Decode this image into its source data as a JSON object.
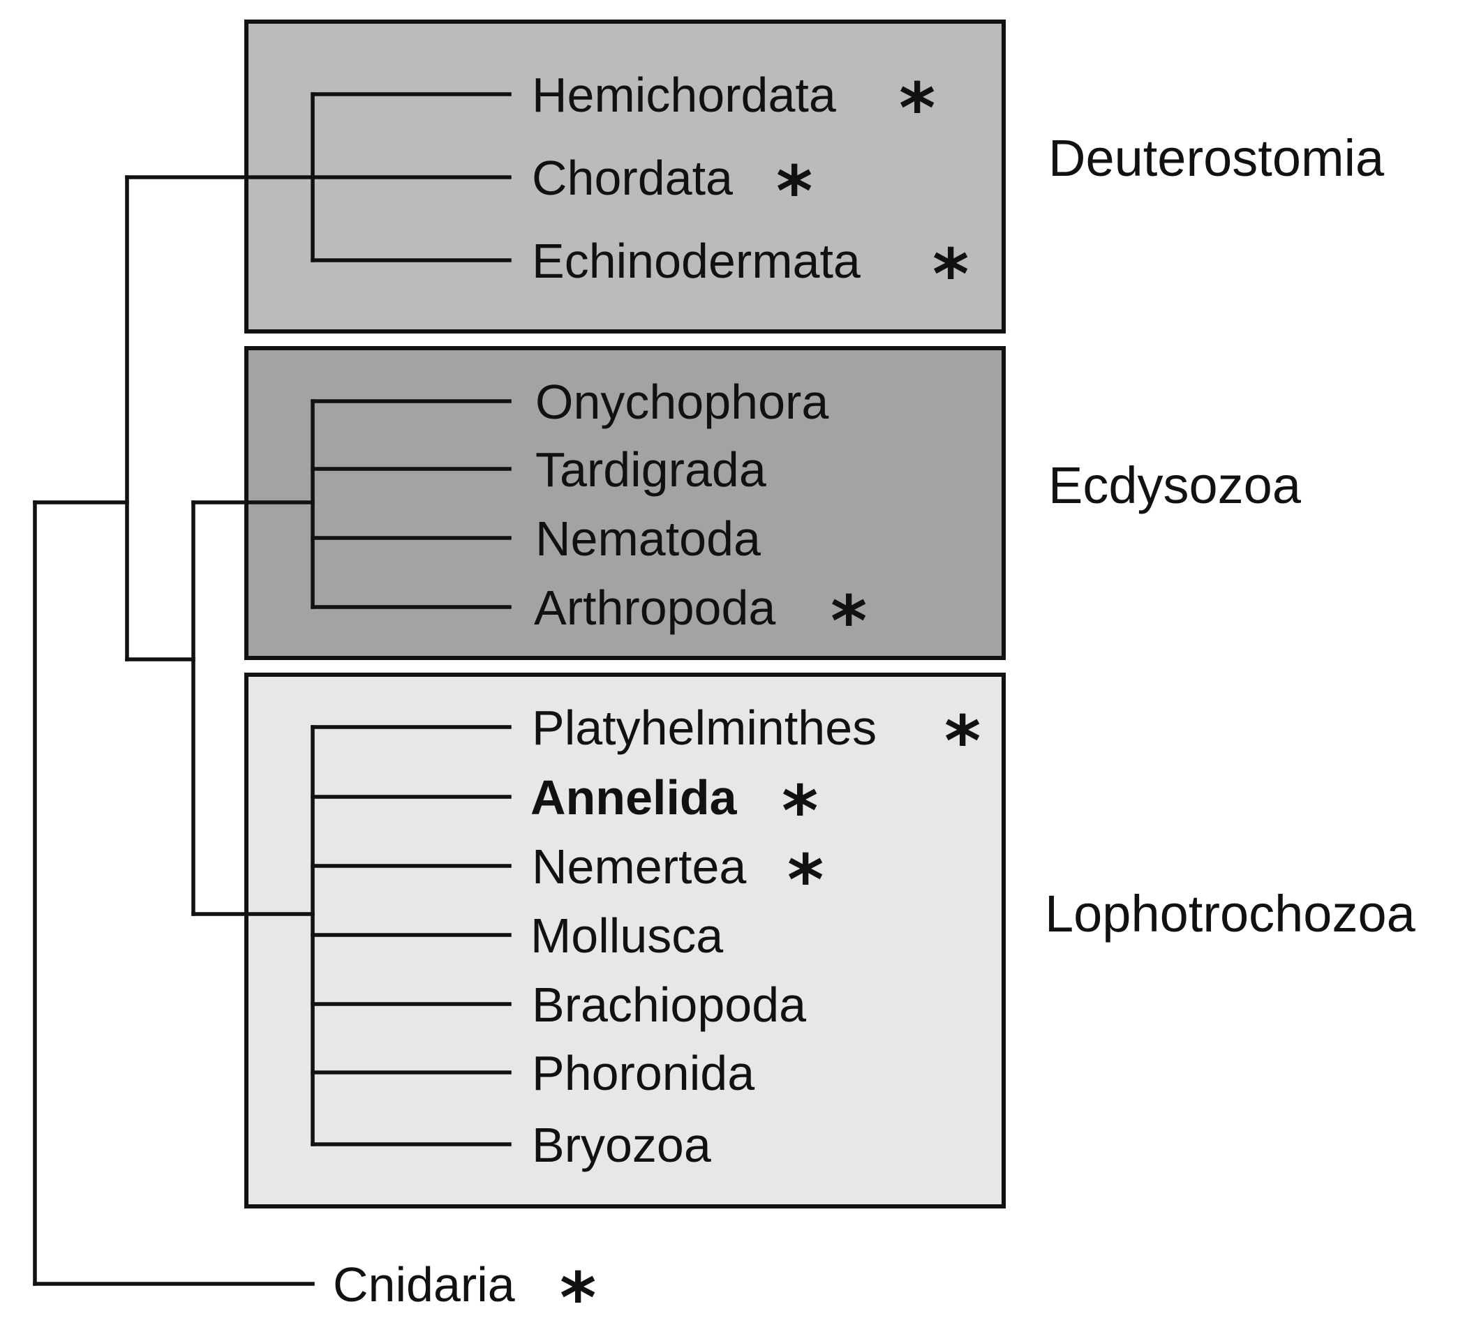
{
  "colors": {
    "deuterostomia_box": "#bbbbbb",
    "ecdysozoa_box": "#a3a3a3",
    "lophotrochozoa_box": "#e7e7e7",
    "lines": "#111111"
  },
  "marker_symbol": "*",
  "clades": {
    "deuterostomia": {
      "name": "Deuterostomia",
      "taxa": [
        {
          "name": "Hemichordata",
          "marked": true,
          "bold": false
        },
        {
          "name": "Chordata",
          "marked": true,
          "bold": false
        },
        {
          "name": "Echinodermata",
          "marked": true,
          "bold": false
        }
      ]
    },
    "ecdysozoa": {
      "name": "Ecdysozoa",
      "taxa": [
        {
          "name": "Onychophora",
          "marked": false,
          "bold": false
        },
        {
          "name": "Tardigrada",
          "marked": false,
          "bold": false
        },
        {
          "name": "Nematoda",
          "marked": false,
          "bold": false
        },
        {
          "name": "Arthropoda",
          "marked": true,
          "bold": false
        }
      ]
    },
    "lophotrochozoa": {
      "name": "Lophotrochozoa",
      "taxa": [
        {
          "name": "Platyhelminthes",
          "marked": true,
          "bold": false
        },
        {
          "name": "Annelida",
          "marked": true,
          "bold": true
        },
        {
          "name": "Nemertea",
          "marked": true,
          "bold": false
        },
        {
          "name": "Mollusca",
          "marked": false,
          "bold": false
        },
        {
          "name": "Brachiopoda",
          "marked": false,
          "bold": false
        },
        {
          "name": "Phoronida",
          "marked": false,
          "bold": false
        },
        {
          "name": "Bryozoa",
          "marked": false,
          "bold": false
        }
      ]
    }
  },
  "outgroup": {
    "name": "Cnidaria",
    "marked": true,
    "bold": false
  }
}
